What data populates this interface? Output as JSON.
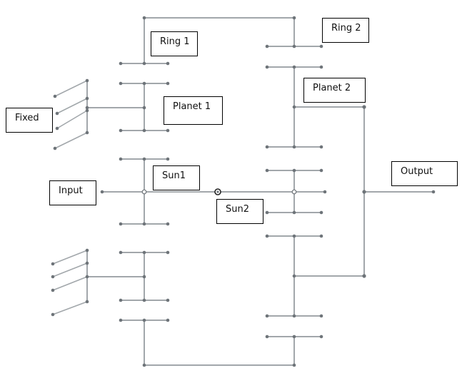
{
  "diagram": {
    "title": "Two-stage planetary gear train",
    "line_color": "#a2a7ab",
    "node_color": "#6e7479",
    "labels": {
      "ring1": "Ring 1",
      "ring2": "Ring 2",
      "planet1": "Planet 1",
      "planet2": "Planet 2",
      "fixed": "Fixed",
      "input": "Input",
      "sun1": "Sun1",
      "sun2": "Sun2",
      "output": "Output"
    }
  }
}
